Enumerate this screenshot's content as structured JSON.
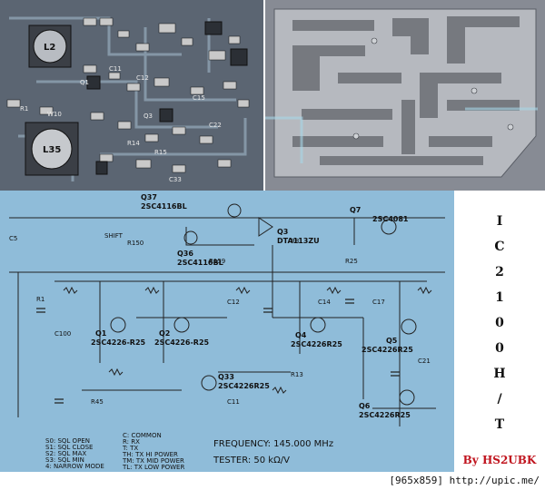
{
  "pcb_components": {
    "inductor_l2": "L2",
    "inductor_l35": "L35",
    "parts": [
      "Q1",
      "R1",
      "W10",
      "C11",
      "C12",
      "C15",
      "Q3",
      "R14",
      "R15",
      "C22",
      "C33"
    ]
  },
  "schematic": {
    "transistors": [
      {
        "ref": "Q37",
        "part": "2SC4116BL"
      },
      {
        "ref": "Q36",
        "part": "2SC4116BL"
      },
      {
        "ref": "Q3",
        "part": "DTA113ZU"
      },
      {
        "ref": "Q7",
        "part": "2SC4081"
      },
      {
        "ref": "Q1",
        "part": "2SC4226-R25"
      },
      {
        "ref": "Q2",
        "part": "2SC4226-R25"
      },
      {
        "ref": "Q4",
        "part": "2SC4226R25"
      },
      {
        "ref": "Q5",
        "part": "2SC4226R25"
      },
      {
        "ref": "Q33",
        "part": "2SC4226R25"
      },
      {
        "ref": "Q6",
        "part": "2SC4226R25"
      }
    ],
    "labels": {
      "shift": "SHIFT",
      "frequency": "FREQUENCY: 145.000 MHz",
      "tester": "TESTER: 50 kΩ/V"
    },
    "legend_lines": [
      "S0: SQL OPEN",
      "S1: SQL CLOSE",
      "S2: SQL MAX",
      "S3: SQL MIN",
      "4: NARROW MODE"
    ],
    "legend_lines_right": [
      "C: COMMON",
      "R: RX",
      "T: TX",
      "TH: TX HI POWER",
      "TM: TX MID POWER",
      "TL: TX LOW POWER"
    ]
  },
  "side_title": [
    "I",
    "C",
    "2",
    "1",
    "0",
    "0",
    "H",
    "/",
    "T"
  ],
  "credit": "By HS2UBK",
  "watermark": "[965x859] http://upic.me/"
}
